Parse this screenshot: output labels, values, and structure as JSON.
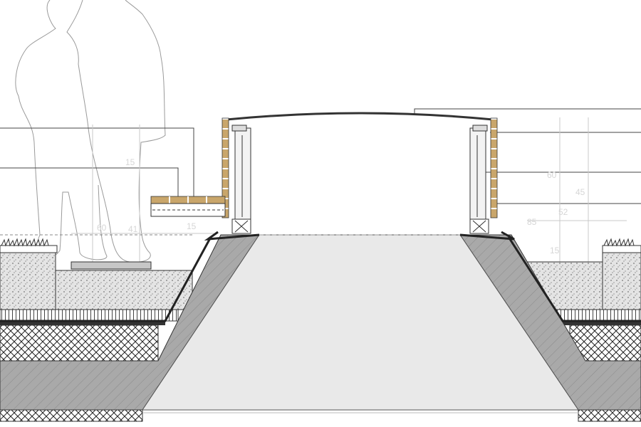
{
  "drawing": {
    "type": "architectural-section",
    "subject": "skylight-over-roof-opening",
    "colors": {
      "line": "#333333",
      "light_line": "#aaaaaa",
      "concrete": "#a8a8a8",
      "shaft_interior": "#e9e9e9",
      "timber": "#c9a66b",
      "gravel": "#dddddd",
      "insulation_hatch": "#333333"
    },
    "dimensions": {
      "d1": "60",
      "d2": "41",
      "d3": "15",
      "d4": "15",
      "d5": "60",
      "d6": "45",
      "d7": "52",
      "d8": "15",
      "d9": "85"
    }
  }
}
